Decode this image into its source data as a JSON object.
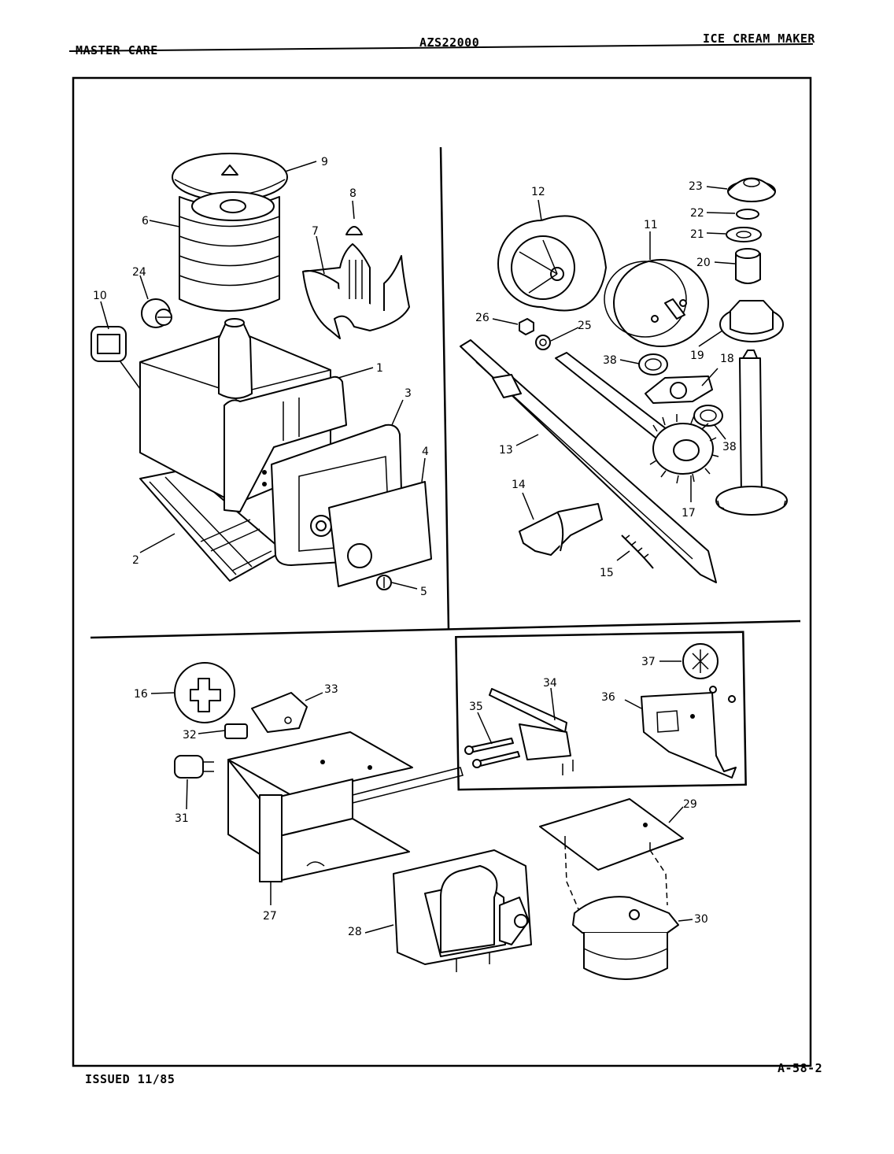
{
  "header": {
    "brand": "MASTER CARE",
    "model": "AZS22000",
    "title": "ICE CREAM MAKER"
  },
  "footer": {
    "issued": "ISSUED 11/85",
    "page": "A-58-2"
  },
  "callouts": [
    "1",
    "2",
    "3",
    "4",
    "5",
    "6",
    "7",
    "8",
    "9",
    "10",
    "11",
    "12",
    "13",
    "14",
    "15",
    "16",
    "17",
    "18",
    "19",
    "20",
    "21",
    "22",
    "23",
    "24",
    "25",
    "26",
    "27",
    "28",
    "29",
    "30",
    "31",
    "32",
    "33",
    "34",
    "35",
    "36",
    "37",
    "38"
  ]
}
